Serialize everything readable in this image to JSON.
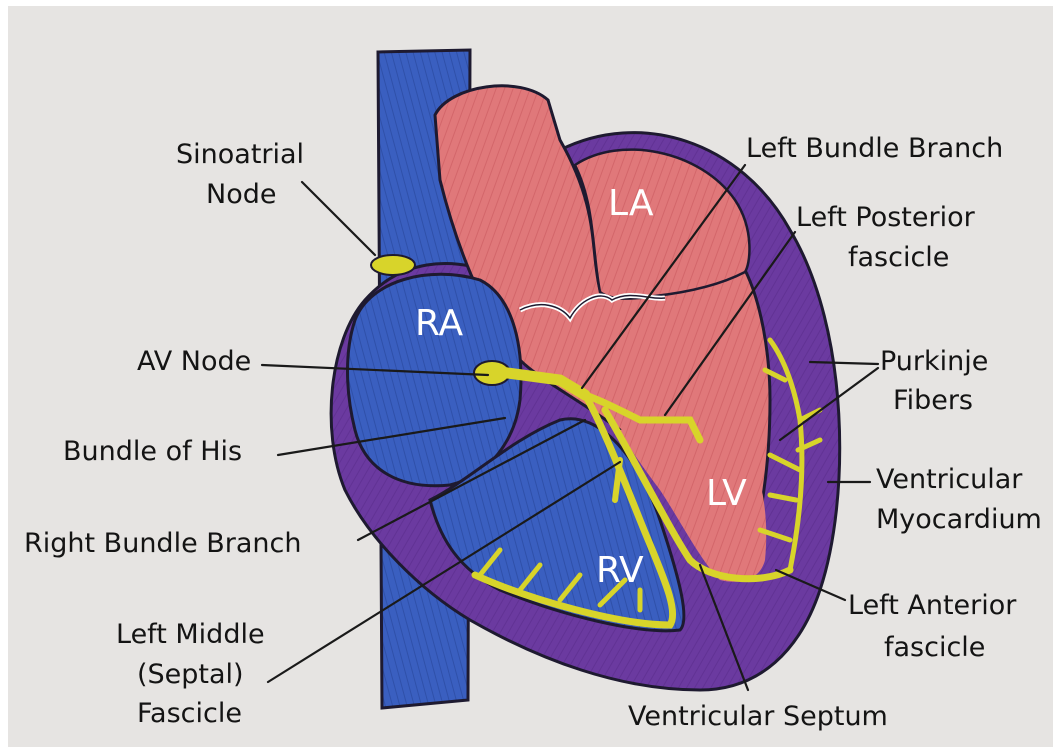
{
  "chambers": {
    "la": "LA",
    "ra": "RA",
    "lv": "LV",
    "rv": "RV"
  },
  "labels": {
    "sinoatrial_line1": "Sinoatrial",
    "sinoatrial_line2": "Node",
    "av_node": "AV Node",
    "bundle_of_his": "Bundle of His",
    "right_bundle_branch": "Right Bundle Branch",
    "left_middle_line1": "Left Middle",
    "left_middle_line2": "(Septal)",
    "left_middle_line3": "Fascicle",
    "left_bundle_branch": "Left Bundle Branch",
    "left_posterior_line1": "Left Posterior",
    "left_posterior_line2": "fascicle",
    "purkinje_line1": "Purkinje",
    "purkinje_line2": "Fibers",
    "ventricular_myocardium_line1": "Ventricular",
    "ventricular_myocardium_line2": "Myocardium",
    "left_anterior_line1": "Left Anterior",
    "left_anterior_line2": "fascicle",
    "ventricular_septum": "Ventricular Septum"
  },
  "colors": {
    "paper": "#e6e4e2",
    "vena_cava": "#3b66c8",
    "right_heart": "#3a5fc0",
    "left_heart": "#e0787a",
    "myocardium": "#6b3aa0",
    "conduction": "#d8d42a",
    "outline": "#1e1a30"
  }
}
